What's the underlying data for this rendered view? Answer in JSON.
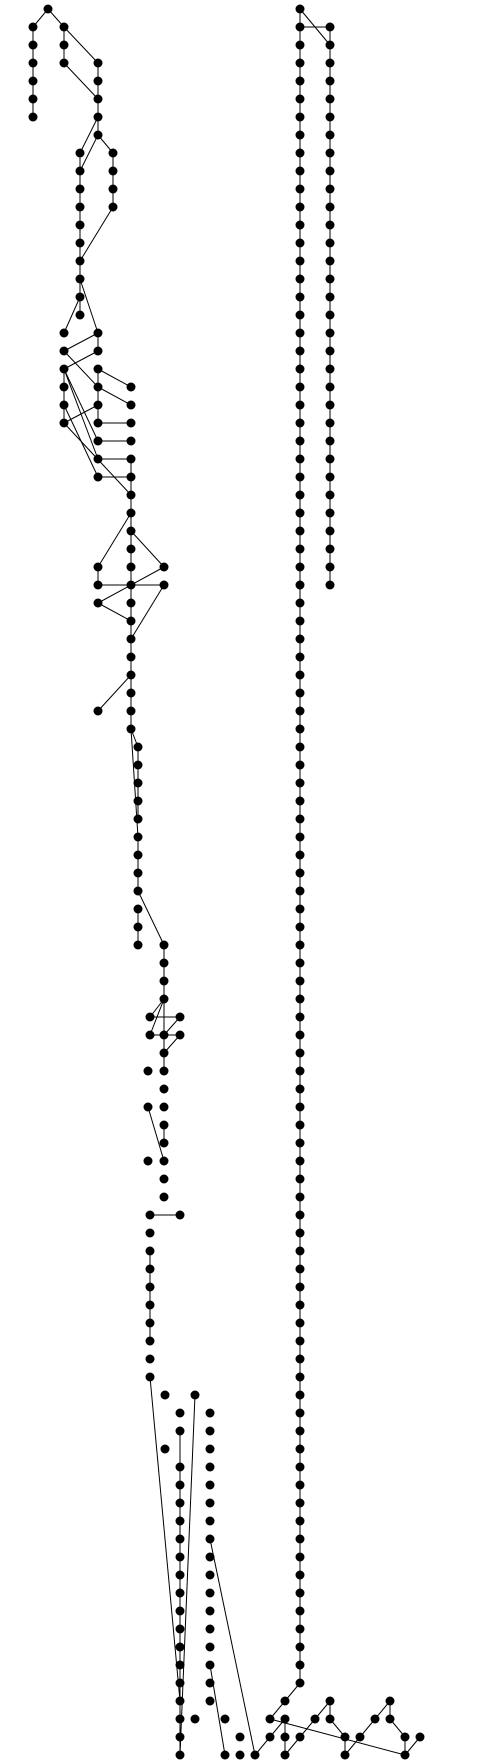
{
  "diagram": {
    "type": "tree",
    "edge_color": "#000000",
    "node_color": "#000000",
    "background": "#ffffff",
    "node_count": 320,
    "parents": [
      -1,
      0,
      0,
      1,
      3,
      4,
      5,
      6,
      2,
      2,
      8,
      9,
      10,
      11,
      12,
      13,
      14,
      14,
      15,
      17,
      18,
      19,
      20,
      21,
      22,
      23,
      24,
      25,
      26,
      27,
      26,
      30,
      30,
      33,
      32,
      34,
      33,
      31,
      35,
      38,
      39,
      37,
      33,
      34,
      34,
      38,
      42,
      43,
      44,
      45,
      39,
      48,
      49,
      50,
      51,
      52,
      51,
      54,
      56,
      55,
      57,
      58,
      59,
      60,
      61,
      62,
      63,
      64,
      65,
      64,
      69,
      70,
      71,
      72,
      73,
      69,
      75,
      76,
      77,
      79,
      79,
      78,
      80,
      81,
      81,
      84,
      85,
      86,
      87,
      85,
      89,
      90,
      85,
      93,
      94,
      95,
      96,
      98,
      97,
      96,
      100,
      101,
      102,
      104,
      104,
      105,
      106,
      107,
      108,
      109,
      108,
      106,
      112,
      113,
      114,
      115,
      116,
      117,
      118,
      119,
      120,
      121,
      122,
      123,
      122,
      125,
      126,
      125,
      128,
      129,
      128,
      113,
      132,
      133,
      116,
      134,
      136,
      137,
      138,
      139,
      140,
      141,
      142,
      143,
      144,
      145,
      146,
      147,
      148,
      149,
      150,
      151,
      152,
      153,
      154,
      155,
      156,
      150,
      143,
      158,
      159,
      160,
      161,
      162,
      163,
      164,
      165,
      166,
      167,
      168,
      169,
      170,
      171,
      172,
      173,
      174,
      174,
      176,
      177,
      178,
      179,
      180,
      181,
      182,
      183,
      184,
      185,
      186,
      187,
      188,
      189,
      190,
      191,
      192,
      193,
      194,
      195,
      191,
      197,
      198,
      199,
      200,
      201,
      202,
      203,
      204,
      205,
      206,
      207,
      208,
      209,
      210,
      211,
      212,
      213,
      214,
      215,
      216,
      217,
      218,
      219,
      218,
      221,
      221,
      220,
      223,
      224,
      225,
      226,
      227,
      228,
      229,
      230,
      231,
      232,
      233,
      234,
      235,
      236,
      237,
      238,
      239,
      240,
      241,
      242,
      243,
      244,
      245,
      246,
      247,
      248,
      249,
      250,
      251,
      252,
      253,
      254,
      255,
      256,
      257,
      258,
      259,
      260,
      261,
      262,
      263,
      264,
      265,
      266,
      267,
      268,
      269,
      270,
      271,
      272,
      273,
      274,
      275,
      276,
      277,
      278,
      279,
      280,
      281,
      282,
      283,
      284,
      285,
      286,
      287,
      288,
      289,
      290,
      291,
      292,
      293,
      294,
      295,
      296,
      297,
      298,
      299,
      300,
      301,
      302,
      303,
      304,
      305,
      306,
      307,
      308,
      309,
      310,
      311,
      312,
      313,
      314,
      315,
      316,
      317,
      318
    ]
  }
}
